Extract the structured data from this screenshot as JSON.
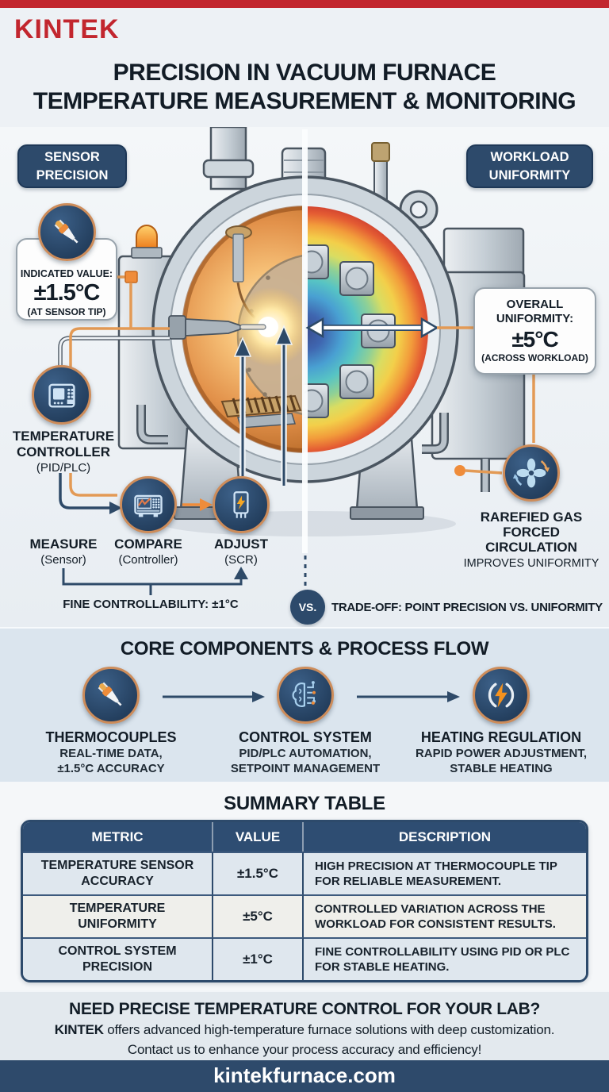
{
  "colors": {
    "accent_red": "#c2262e",
    "navy": "#2d4a6b",
    "orange": "#ef8c3a",
    "copper_ring": "#cd8c5a"
  },
  "brand": {
    "logo": "KINTEK"
  },
  "header": {
    "title_line1": "PRECISION IN VACUUM FURNACE",
    "title_line2": "TEMPERATURE MEASUREMENT & MONITORING"
  },
  "diagram": {
    "sensor_badge": {
      "line1": "SENSOR",
      "line2": "PRECISION"
    },
    "workload_badge": {
      "line1": "WORKLOAD",
      "line2": "UNIFORMITY"
    },
    "sensor_icon": "thermocouple-icon",
    "indicated_card": {
      "label": "INDICATED VALUE:",
      "value": "±1.5°C",
      "note": "(AT SENSOR TIP)"
    },
    "uniformity_card": {
      "label_line1": "OVERALL",
      "label_line2": "UNIFORMITY:",
      "value": "±5°C",
      "note": "(ACROSS WORKLOAD)"
    },
    "controller": {
      "line1": "TEMPERATURE",
      "line2": "CONTROLLER",
      "line3": "(PID/PLC)",
      "icon": "temperature-controller-icon"
    },
    "steps": [
      {
        "label": "MEASURE",
        "sub": "(Sensor)"
      },
      {
        "label": "COMPARE",
        "sub": "(Controller)",
        "icon": "oscilloscope-icon"
      },
      {
        "label": "ADJUST",
        "sub": "(SCR)",
        "icon": "scr-lightning-icon"
      }
    ],
    "fine_controllability": "FINE CONTROLLABILITY: ±1°C",
    "vs_label": "VS.",
    "tradeoff": "TRADE-OFF: POINT PRECISION VS. UNIFORMITY",
    "circulation": {
      "line1": "RAREFIED GAS",
      "line2": "FORCED",
      "line3": "CIRCULATION",
      "line4": "IMPROVES UNIFORMITY",
      "icon": "fan-icon"
    }
  },
  "process_flow": {
    "title": "CORE COMPONENTS & PROCESS FLOW",
    "items": [
      {
        "icon": "thermocouple-icon",
        "label": "THERMOCOUPLES",
        "sub1": "REAL-TIME DATA,",
        "sub2": "±1.5°C ACCURACY"
      },
      {
        "icon": "brain-circuit-icon",
        "label": "CONTROL SYSTEM",
        "sub1": "PID/PLC AUTOMATION,",
        "sub2": "SETPOINT MANAGEMENT"
      },
      {
        "icon": "power-bolt-icon",
        "label": "HEATING REGULATION",
        "sub1": "RAPID POWER ADJUSTMENT,",
        "sub2": "STABLE HEATING"
      }
    ]
  },
  "summary": {
    "title": "SUMMARY TABLE",
    "columns": [
      "METRIC",
      "VALUE",
      "DESCRIPTION"
    ],
    "rows": [
      {
        "metric": "TEMPERATURE SENSOR ACCURACY",
        "value": "±1.5°C",
        "description": "HIGH PRECISION AT THERMOCOUPLE TIP FOR RELIABLE MEASUREMENT."
      },
      {
        "metric": "TEMPERATURE UNIFORMITY",
        "value": "±5°C",
        "description": "CONTROLLED VARIATION ACROSS THE WORKLOAD FOR CONSISTENT RESULTS."
      },
      {
        "metric": "CONTROL SYSTEM PRECISION",
        "value": "±1°C",
        "description": "FINE CONTROLLABILITY USING PID OR PLC FOR STABLE HEATING."
      }
    ]
  },
  "cta": {
    "headline": "NEED PRECISE TEMPERATURE CONTROL FOR YOUR LAB?",
    "line1_bold": "KINTEK",
    "line1_rest": " offers advanced high-temperature furnace solutions with deep customization.",
    "line2": "Contact us to enhance your process accuracy and efficiency!"
  },
  "footer": {
    "url": "kintekfurnace.com"
  }
}
